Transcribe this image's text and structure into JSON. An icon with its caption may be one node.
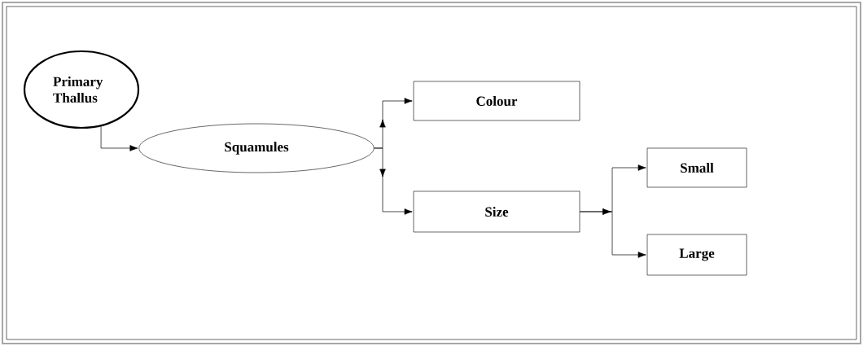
{
  "diagram": {
    "nodes": [
      {
        "text": [
          "Primary Thallus"
        ]
      },
      {
        "text": [
          "Squamules"
        ]
      },
      {
        "text": [
          "Colour"
        ]
      },
      {
        "text": [
          "Size"
        ]
      },
      {
        "text": [
          "Small"
        ]
      },
      {
        "text": [
          "Large"
        ]
      }
    ],
    "edges": [
      {
        "from": 0,
        "to": 1,
        "arrow": "to"
      },
      {
        "from": 1,
        "to": 2,
        "arrow": "to"
      },
      {
        "from": 1,
        "to": 3,
        "arrow": "to"
      },
      {
        "from": 3,
        "to": 4,
        "arrow": "to"
      },
      {
        "from": 3,
        "to": 5,
        "arrow": "to"
      }
    ]
  }
}
